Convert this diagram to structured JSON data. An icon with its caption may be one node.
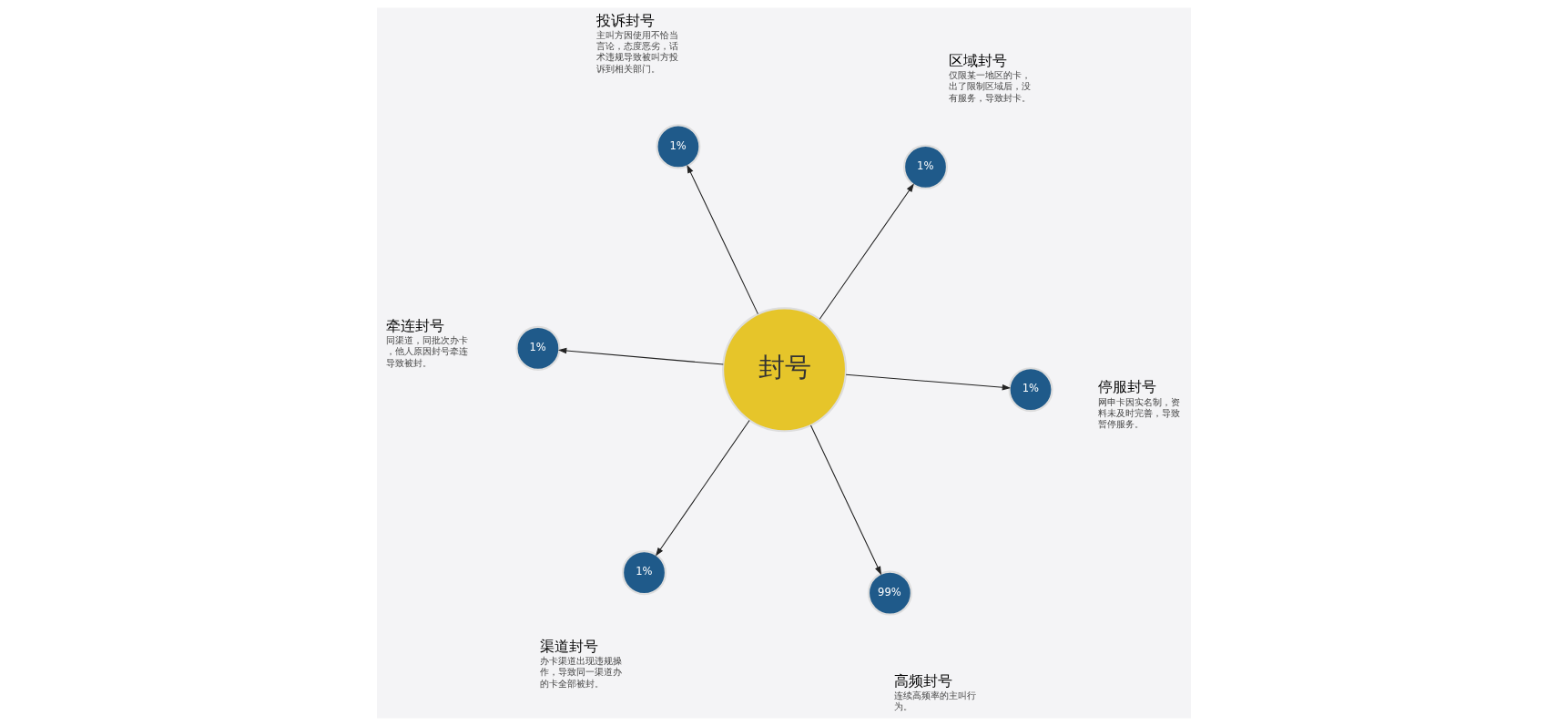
{
  "diagram": {
    "nodes": [
      {
        "text": [
          "封号"
        ]
      },
      {
        "text": [
          "99%"
        ],
        "beside": [
          "高频封号",
          "连续高频率的主叫行为。"
        ]
      },
      {
        "text": [
          "1%"
        ],
        "beside": [
          "投诉封号",
          "主叫方因使用不恰当言论，态度恶劣，话术违规导致被叫方投诉到相关部门。"
        ]
      },
      {
        "text": [
          "1%"
        ],
        "beside": [
          "牵连封号",
          "同渠道，同批次办卡，他人原因封号牵连导致被封。"
        ]
      },
      {
        "text": [
          "1%"
        ],
        "beside": [
          "停服封号",
          "网申卡因实名制，资料未及时完善，导致暂停服务。"
        ]
      },
      {
        "text": [
          "1%"
        ],
        "beside": [
          "渠道封号",
          "办卡渠道出现违规操作，导致同一渠道办的卡全部被封。"
        ]
      },
      {
        "text": [
          "1%"
        ],
        "beside": [
          "区域封号",
          "仅限某一地区的卡，出了限制区域后，没有服务，导致封卡。"
        ]
      }
    ],
    "edges": [
      {
        "from": 0,
        "to": 1,
        "arrow": "to"
      },
      {
        "from": 0,
        "to": 2,
        "arrow": "to"
      },
      {
        "from": 0,
        "to": 3,
        "arrow": "to"
      },
      {
        "from": 0,
        "to": 4,
        "arrow": "to"
      },
      {
        "from": 0,
        "to": 5,
        "arrow": "to"
      },
      {
        "from": 0,
        "to": 6,
        "arrow": "to"
      }
    ]
  }
}
